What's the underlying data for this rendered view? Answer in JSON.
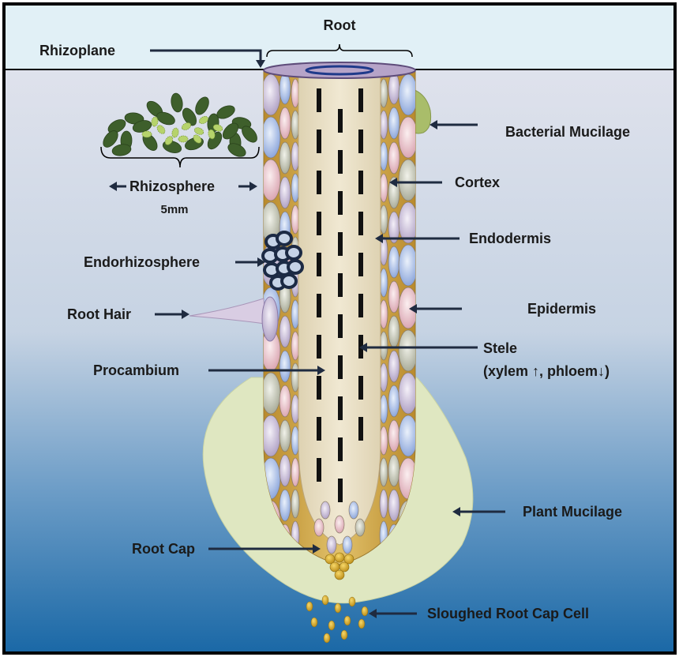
{
  "labels": {
    "root": "Root",
    "rhizoplane": "Rhizoplane",
    "bacterial_mucilage": "Bacterial Mucilage",
    "rhizosphere": "Rhizosphere",
    "rhizosphere_size": "5mm",
    "cortex": "Cortex",
    "endodermis": "Endodermis",
    "endorhizosphere": "Endorhizosphere",
    "root_hair": "Root Hair",
    "epidermis": "Epidermis",
    "stele": "Stele",
    "stele_detail": "(xylem ↑, phloem↓)",
    "procambium": "Procambium",
    "plant_mucilage": "Plant Mucilage",
    "root_cap": "Root Cap",
    "sloughed_root_cap_cell": "Sloughed Root Cap Cell"
  },
  "colors": {
    "frame": "#000000",
    "sky": "#e1f0f6",
    "soil_top": "#dde3ee",
    "soil_bottom": "#1d6aa6",
    "mucilage": "#dfe7c1",
    "cortex": "#c9a04a",
    "stele": "#e9dfc5",
    "arrow": "#1f2b40"
  }
}
